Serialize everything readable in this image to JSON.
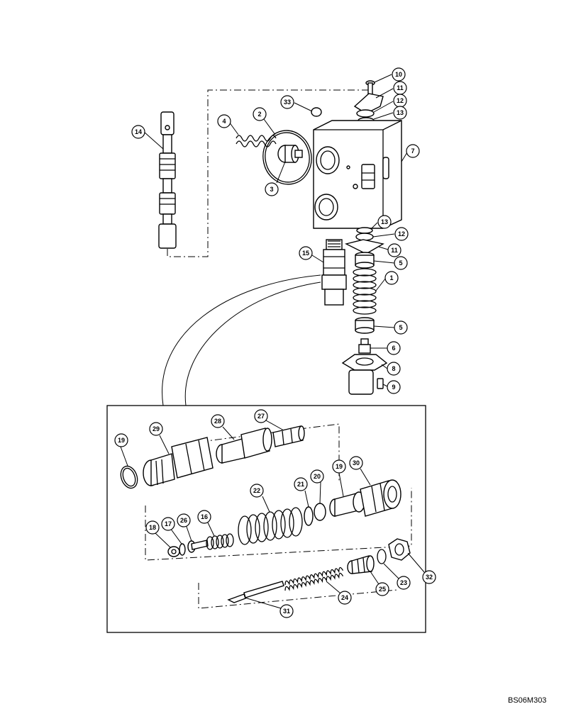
{
  "drawing_code": "BS06M303",
  "callouts": {
    "c10": "10",
    "c11a": "11",
    "c12a": "12",
    "c13a": "13",
    "c33": "33",
    "c14": "14",
    "c4": "4",
    "c2": "2",
    "c3": "3",
    "c7": "7",
    "c13b": "13",
    "c12b": "12",
    "c11b": "11",
    "c15": "15",
    "c5a": "5",
    "c1": "1",
    "c5b": "5",
    "c6": "6",
    "c8": "8",
    "c9": "9",
    "c19a": "19",
    "c29": "29",
    "c28": "28",
    "c27": "27",
    "c19b": "19",
    "c30": "30",
    "c22": "22",
    "c21": "21",
    "c20": "20",
    "c18": "18",
    "c17": "17",
    "c26": "26",
    "c16": "16",
    "c23": "23",
    "c32": "32",
    "c25": "25",
    "c24": "24",
    "c31": "31"
  }
}
